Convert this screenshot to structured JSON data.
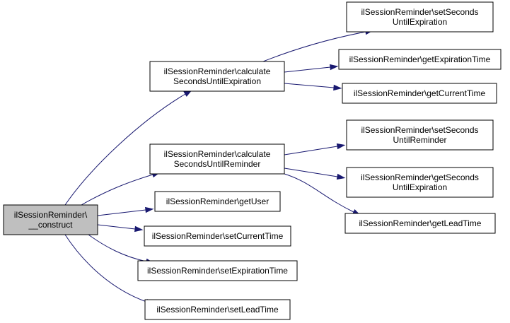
{
  "colors": {
    "node_fill": "#ffffff",
    "root_fill": "#bfbfbf",
    "border": "#000000",
    "edge": "#191970"
  },
  "nodes": [
    {
      "id": "construct",
      "lines": [
        "ilSessionReminder\\",
        "__construct"
      ],
      "root": true
    },
    {
      "id": "calcExp",
      "lines": [
        "ilSessionReminder\\calculate",
        "SecondsUntilExpiration"
      ]
    },
    {
      "id": "calcRem",
      "lines": [
        "ilSessionReminder\\calculate",
        "SecondsUntilReminder"
      ]
    },
    {
      "id": "getUser",
      "lines": [
        "ilSessionReminder\\getUser"
      ]
    },
    {
      "id": "setCurrentTime",
      "lines": [
        "ilSessionReminder\\setCurrentTime"
      ]
    },
    {
      "id": "setExpirationTime",
      "lines": [
        "ilSessionReminder\\setExpirationTime"
      ]
    },
    {
      "id": "setLeadTime",
      "lines": [
        "ilSessionReminder\\setLeadTime"
      ]
    },
    {
      "id": "setSecUntilExp",
      "lines": [
        "ilSessionReminder\\setSeconds",
        "UntilExpiration"
      ]
    },
    {
      "id": "getExpirationTime",
      "lines": [
        "ilSessionReminder\\getExpirationTime"
      ]
    },
    {
      "id": "getCurrentTime",
      "lines": [
        "ilSessionReminder\\getCurrentTime"
      ]
    },
    {
      "id": "setSecUntilRem",
      "lines": [
        "ilSessionReminder\\setSeconds",
        "UntilReminder"
      ]
    },
    {
      "id": "getSecUntilExp",
      "lines": [
        "ilSessionReminder\\getSeconds",
        "UntilExpiration"
      ]
    },
    {
      "id": "getLeadTime",
      "lines": [
        "ilSessionReminder\\getLeadTime"
      ]
    }
  ],
  "edges": [
    {
      "from": "construct",
      "to": "calcExp"
    },
    {
      "from": "construct",
      "to": "calcRem"
    },
    {
      "from": "construct",
      "to": "getUser"
    },
    {
      "from": "construct",
      "to": "setCurrentTime"
    },
    {
      "from": "construct",
      "to": "setExpirationTime"
    },
    {
      "from": "construct",
      "to": "setLeadTime"
    },
    {
      "from": "calcExp",
      "to": "setSecUntilExp"
    },
    {
      "from": "calcExp",
      "to": "getExpirationTime"
    },
    {
      "from": "calcExp",
      "to": "getCurrentTime"
    },
    {
      "from": "calcRem",
      "to": "setSecUntilRem"
    },
    {
      "from": "calcRem",
      "to": "getSecUntilExp"
    },
    {
      "from": "calcRem",
      "to": "getLeadTime"
    }
  ]
}
